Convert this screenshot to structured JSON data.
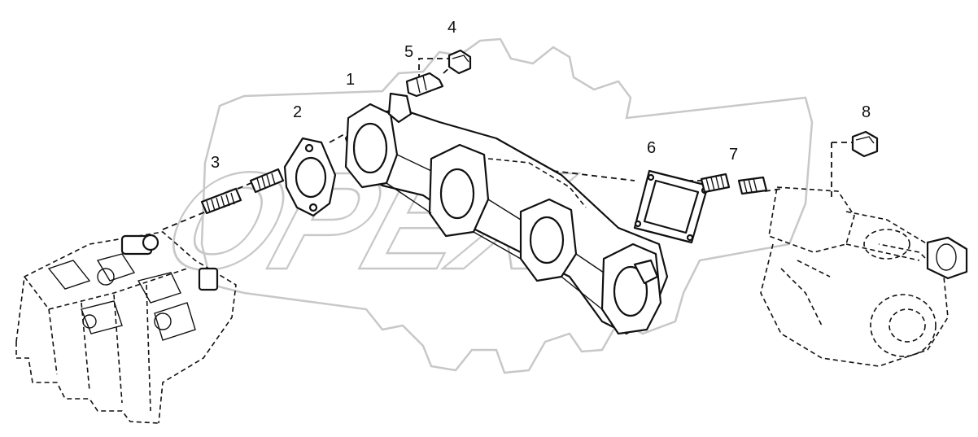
{
  "watermark": {
    "text": "OPEX"
  },
  "corner_mark": "",
  "callouts": [
    {
      "id": "1",
      "label": "1"
    },
    {
      "id": "2",
      "label": "2"
    },
    {
      "id": "3",
      "label": "3"
    },
    {
      "id": "4",
      "label": "4"
    },
    {
      "id": "5",
      "label": "5"
    },
    {
      "id": "6",
      "label": "6"
    },
    {
      "id": "7",
      "label": "7"
    },
    {
      "id": "8",
      "label": "8"
    }
  ],
  "colors": {
    "line": "#111111",
    "watermark": "#c8c8c8",
    "background": "#ffffff"
  }
}
